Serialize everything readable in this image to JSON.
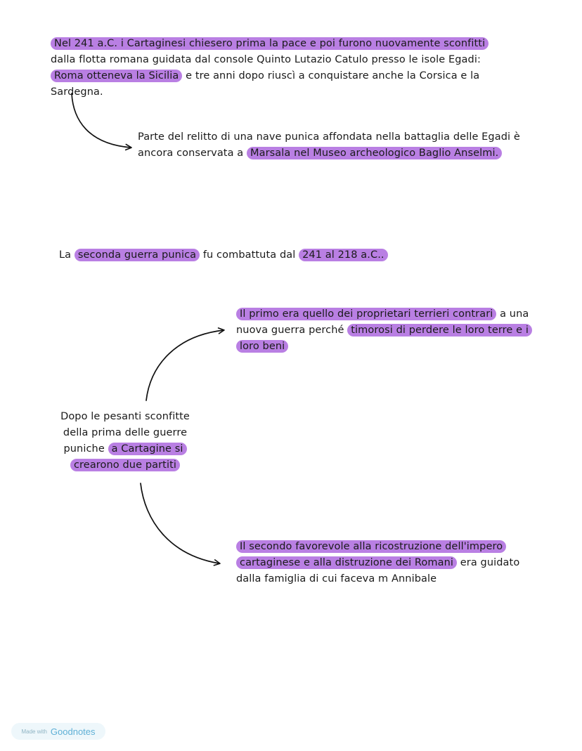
{
  "note1": {
    "hl1": "Nel 241 a.C. i Cartaginesi chiesero prima la pace e poi furono nuovamente sconfitti",
    "t1": " dalla flotta romana guidata dal console Quinto Lutazio Catulo presso le isole Egadi: ",
    "hl2": "Roma otteneva la Sicilia",
    "t2": " e tre anni dopo riuscì a conquistare anche la Corsica e la Sardegna."
  },
  "note2": {
    "t1": "Parte del relitto di una nave punica affondata nella battaglia delle Egadi è ancora conservata a ",
    "hl1": "Marsala nel Museo archeologico Baglio Anselmi."
  },
  "note3": {
    "t1": "La ",
    "hl1": "seconda guerra punica",
    "t2": " fu combattuta dal ",
    "hl2": "241 al 218 a.C.."
  },
  "note4": {
    "hl1": "Il primo era quello dei proprietari terrieri contrari",
    "t1": " a una nuova guerra perché ",
    "hl2": "timorosi di perdere le loro terre e i loro beni"
  },
  "note5": {
    "t1": "Dopo le pesanti sconfitte della prima delle guerre puniche ",
    "hl1": "a Cartagine si crearono due partiti"
  },
  "note6": {
    "hl1": "Il secondo favorevole alla ricostruzione dell'impero cartaginese e alla distruzione dei Romani",
    "t1": " era guidato dalla famiglia di cui faceva m Annibale"
  },
  "footer": {
    "made_with": "Made with",
    "brand": "Goodnotes"
  },
  "colors": {
    "highlight": "#b97fe3",
    "ink": "#1a1a1a",
    "badge_bg": "#eef7fb",
    "badge_text": "#5fb0d6"
  }
}
